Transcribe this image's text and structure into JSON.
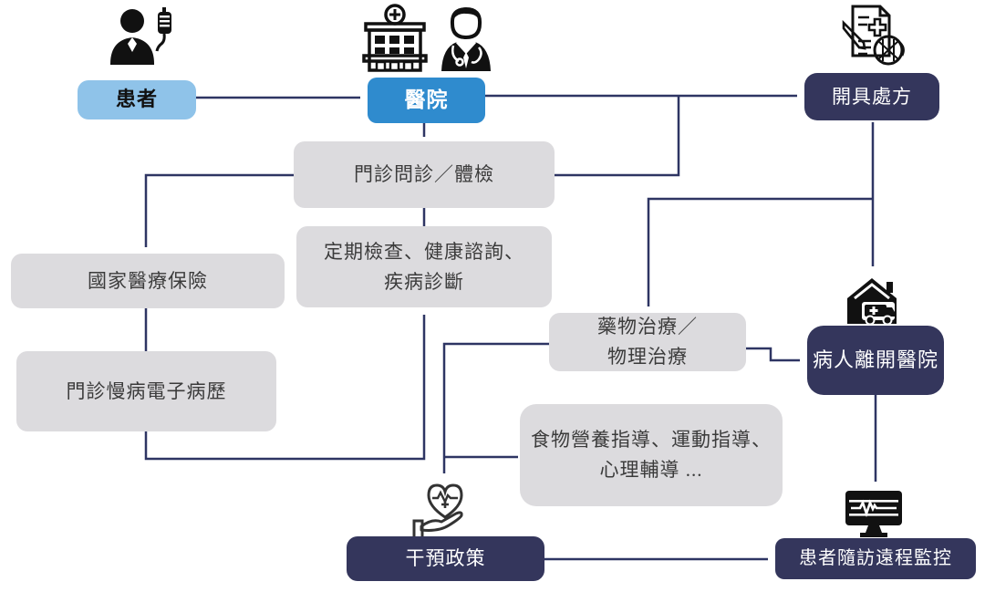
{
  "colors": {
    "light_blue": "#8fc3e9",
    "blue": "#2f8bce",
    "navy": "#34365c",
    "gray_box": "#dcdbde",
    "line": "#2e3563",
    "text_dark": "#3b3b3b",
    "text_light": "#ffffff"
  },
  "icons": {
    "patient": "person-with-iv-drip",
    "hospital": "hospital-building",
    "doctor": "doctor-with-stethoscope",
    "prescription": "prescription-document-with-pencil-and-herbs",
    "home": "house-with-ambulance",
    "heart_hand": "hand-holding-heart-with-ekg",
    "monitor": "monitor-with-ekg-wave"
  },
  "nodes": {
    "patient": {
      "label": "患者"
    },
    "hospital": {
      "label": "醫院"
    },
    "prescription": {
      "label": "開具處方"
    },
    "outpatient_exam": {
      "label": "門診問診／體檢"
    },
    "national_insurance": {
      "label": "國家醫療保險"
    },
    "regular_checkup": {
      "label": "定期檢查、健康諮詢、\n疾病診斷"
    },
    "chronic_emr": {
      "label": "門診慢病電子病歷"
    },
    "therapy": {
      "label": "藥物治療／\n物理治療"
    },
    "patient_leaves": {
      "label": "病人離開醫院"
    },
    "lifestyle": {
      "label": "食物營養指導、運動指導、\n心理輔導 ..."
    },
    "intervention": {
      "label": "干預政策"
    },
    "remote_monitoring": {
      "label": "患者隨訪遠程監控"
    }
  }
}
